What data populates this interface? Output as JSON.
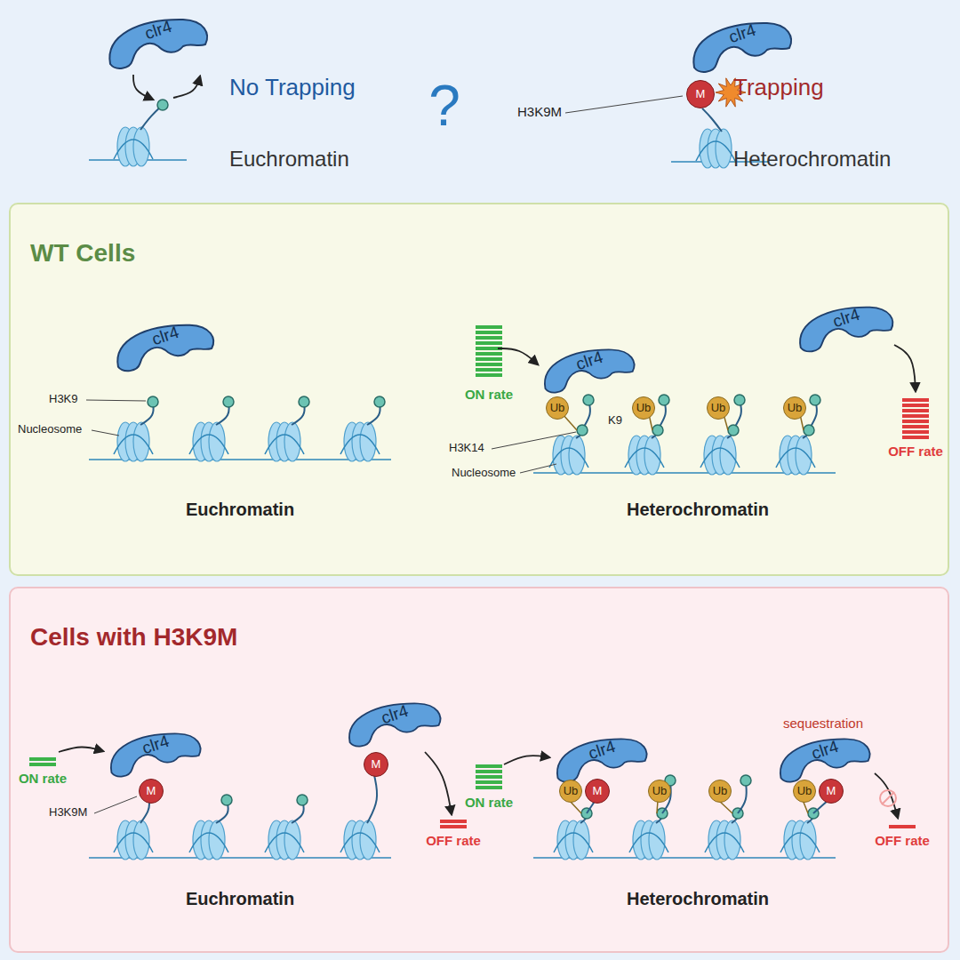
{
  "diagram": {
    "nodes": [
      {
        "text": [
          "clr4"
        ]
      },
      {
        "text": [
          "clr4"
        ]
      },
      {
        "text": [
          "M"
        ]
      },
      {
        "text": [
          "WT Cells"
        ]
      },
      {
        "text": [
          "clr4"
        ],
        "in": 3
      },
      {
        "text": [
          "clr4"
        ],
        "in": 3
      },
      {
        "text": [
          "Ub"
        ],
        "in": 3
      },
      {
        "text": [
          "Ub"
        ],
        "in": 3
      },
      {
        "text": [
          "Ub"
        ],
        "in": 3
      },
      {
        "text": [
          "Ub"
        ],
        "in": 3
      },
      {
        "text": [
          "clr4"
        ],
        "in": 3
      },
      {
        "text": [
          "Cells with H3K9M"
        ]
      },
      {
        "text": [
          "clr4"
        ],
        "in": 11
      },
      {
        "text": [
          "M"
        ],
        "in": 11
      },
      {
        "text": [
          "M"
        ],
        "in": 11
      },
      {
        "text": [
          "clr4"
        ],
        "in": 11
      },
      {
        "text": [
          "clr4"
        ],
        "in": 11
      },
      {
        "text": [
          "Ub"
        ],
        "in": 11
      },
      {
        "text": [
          "M"
        ],
        "in": 11
      },
      {
        "text": [
          "Ub"
        ],
        "in": 11
      },
      {
        "text": [
          "Ub"
        ],
        "in": 11
      },
      {
        "text": [
          "clr4"
        ],
        "in": 11
      },
      {
        "text": [
          "Ub"
        ],
        "in": 11
      },
      {
        "text": [
          "M"
        ],
        "in": 11
      }
    ],
    "labels": [
      "No Trapping",
      "Euchromatin",
      "?",
      "H3K9M",
      "Trapping",
      "Heterochromatin",
      "H3K9",
      "Nucleosome",
      "Euchromatin",
      "ON rate",
      "K9",
      "H3K14",
      "Nucleosome",
      "OFF rate",
      "Heterochromatin",
      "ON rate",
      "H3K9M",
      "OFF rate",
      "Euchromatin",
      "ON rate",
      "sequestration",
      "OFF rate",
      "Heterochromatin"
    ]
  }
}
